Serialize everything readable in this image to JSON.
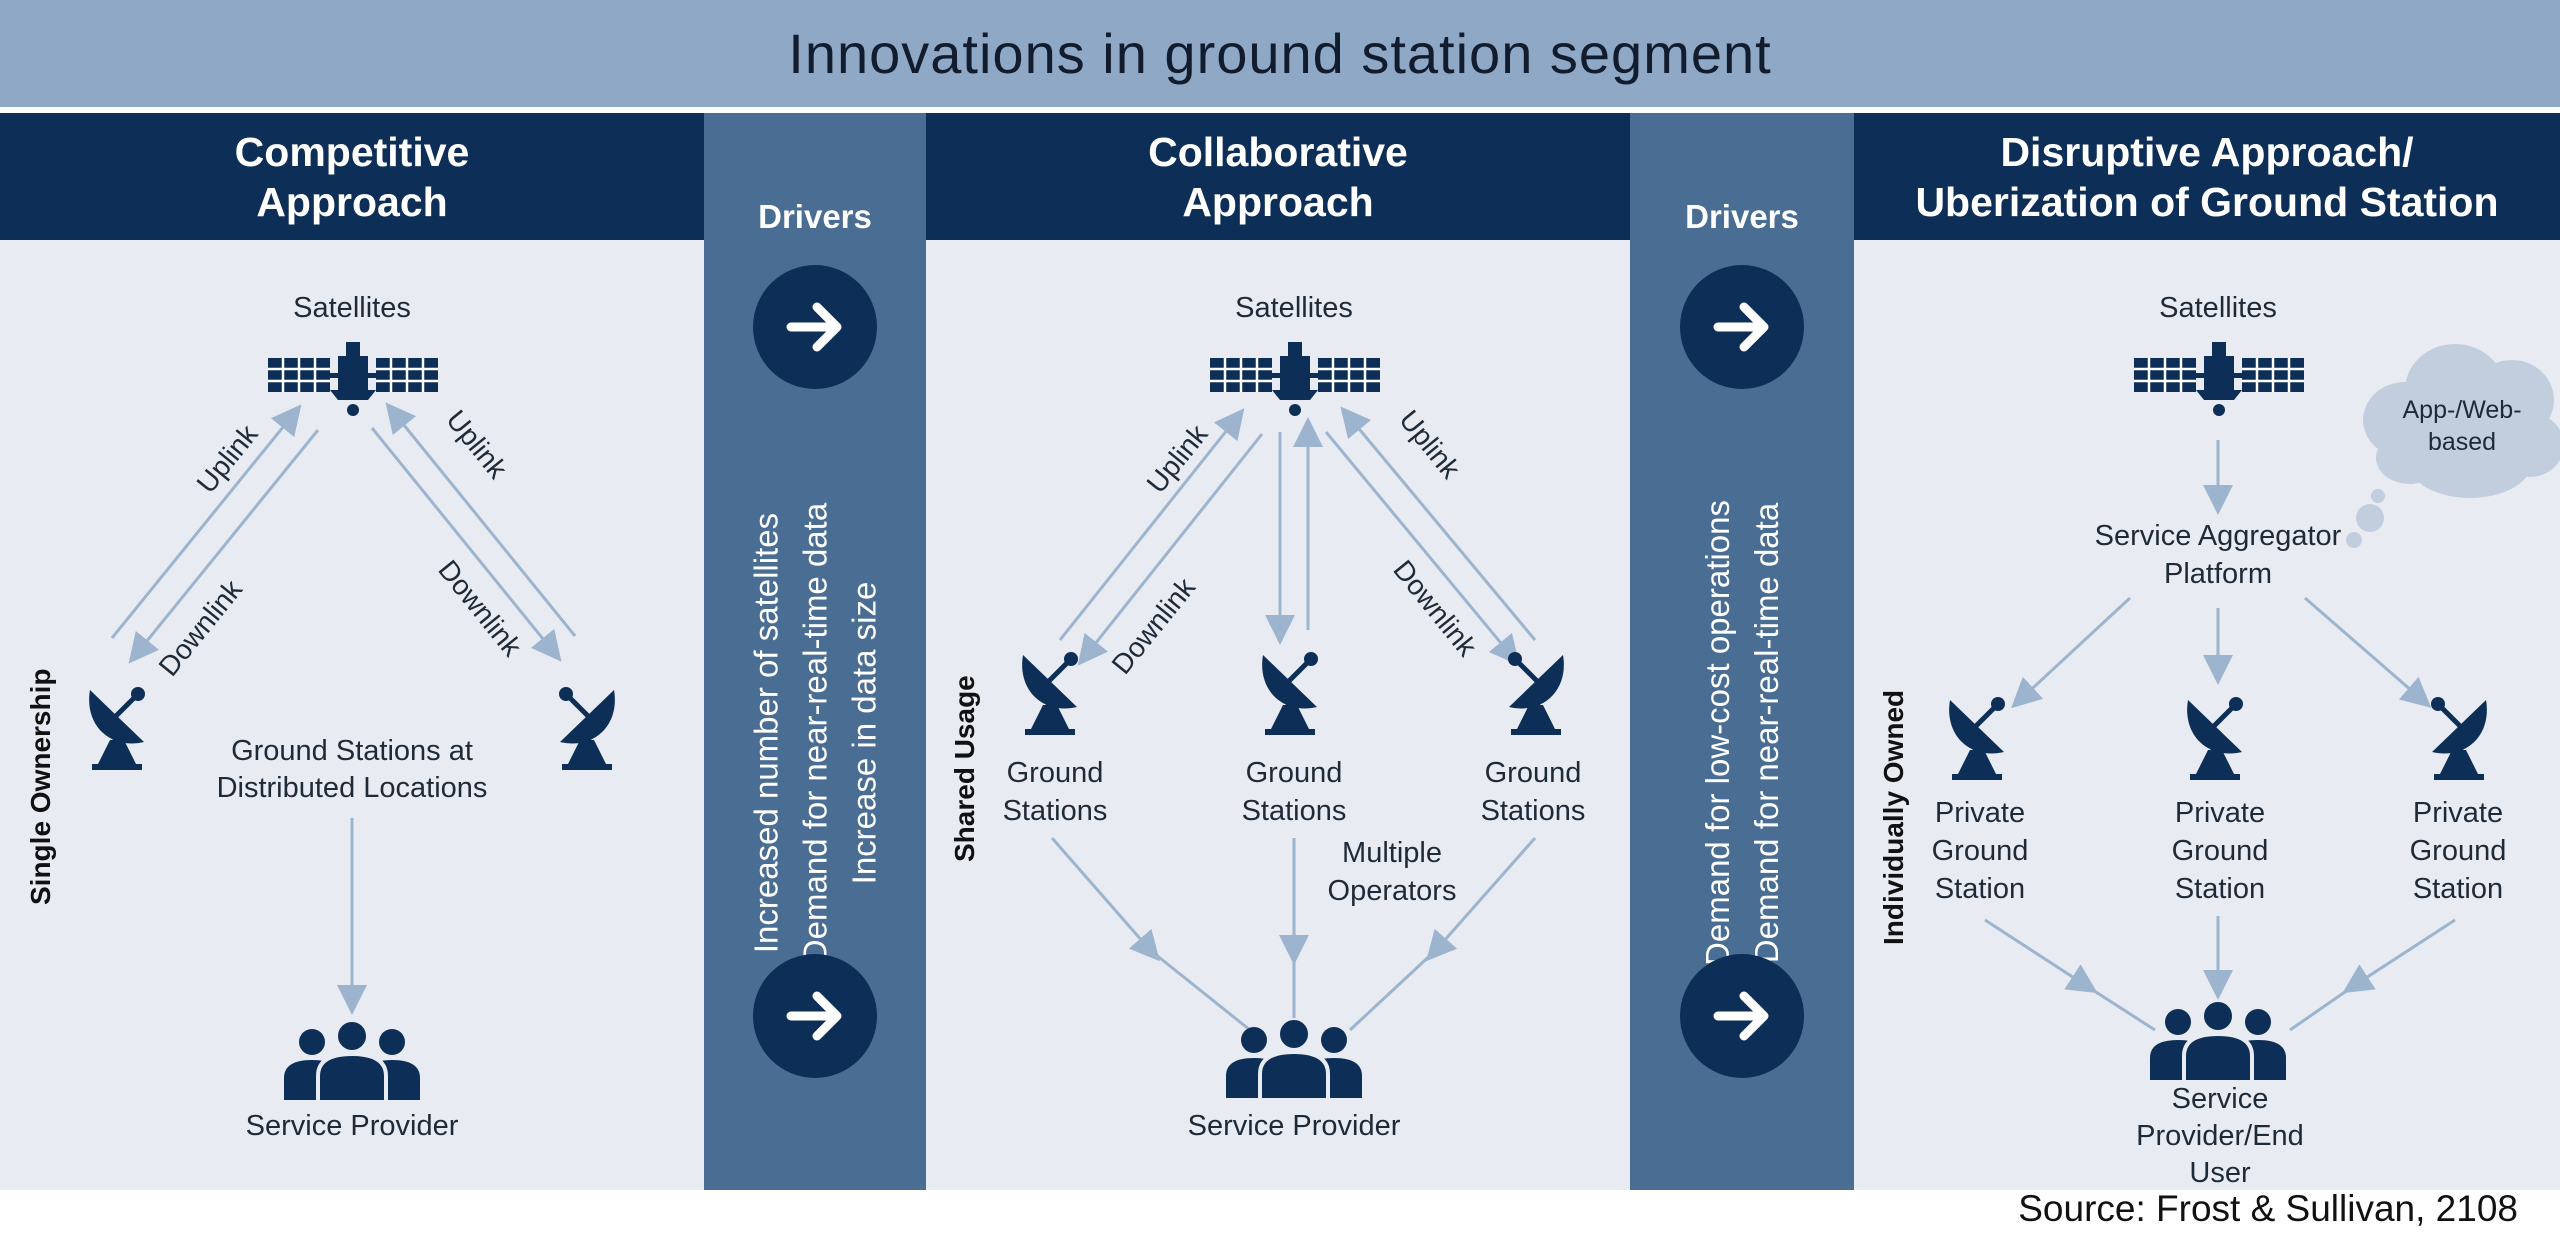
{
  "title": "Innovations in ground station segment",
  "panels": {
    "competitive": {
      "heading_line1": "Competitive",
      "heading_line2": "Approach",
      "satellites": "Satellites",
      "uplink_left": "Uplink",
      "downlink_left": "Downlink",
      "uplink_right": "Uplink",
      "downlink_right": "Downlink",
      "ground_line1": "Ground Stations at",
      "ground_line2": "Distributed Locations",
      "provider": "Service Provider",
      "side_label": "Single Ownership"
    },
    "collaborative": {
      "heading_line1": "Collaborative",
      "heading_line2": "Approach",
      "satellites": "Satellites",
      "uplink_left": "Uplink",
      "downlink_left": "Downlink",
      "uplink_right": "Uplink",
      "downlink_right": "Downlink",
      "ground_a_line1": "Ground",
      "ground_a_line2": "Stations",
      "ground_b_line1": "Ground",
      "ground_b_line2": "Stations",
      "ground_c_line1": "Ground",
      "ground_c_line2": "Stations",
      "operators_line1": "Multiple",
      "operators_line2": "Operators",
      "provider": "Service Provider",
      "side_label": "Shared Usage"
    },
    "disruptive": {
      "heading_line1": "Disruptive Approach/",
      "heading_line2": "Uberization of Ground Station",
      "satellites": "Satellites",
      "cloud_line1": "App-/Web-",
      "cloud_line2": "based",
      "aggregator_line1": "Service Aggregator",
      "aggregator_line2": "Platform",
      "private_line1": "Private",
      "private_line2": "Ground",
      "private_line3": "Station",
      "end_line1": "Service",
      "end_line2": "Provider/End",
      "end_line3": "User",
      "side_label": "Individually Owned"
    }
  },
  "drivers": {
    "first": {
      "heading": "Drivers",
      "line1": "Increased number of satellites",
      "line2": "Demand for near-real-time data",
      "line3": "Increase in data size"
    },
    "second": {
      "heading": "Drivers",
      "line1": "Demand for low-cost operations",
      "line2": "Demand for near-real-time data"
    }
  },
  "source": "Source: Frost & Sullivan, 2108",
  "colors": {
    "title_band": "#8fa8c5",
    "heading_navy": "#0d2f57",
    "driver_band": "#4a6d94",
    "panel_bg": "#e8ebf1",
    "arrow": "#9db4cf",
    "icon": "#0d2f57"
  }
}
